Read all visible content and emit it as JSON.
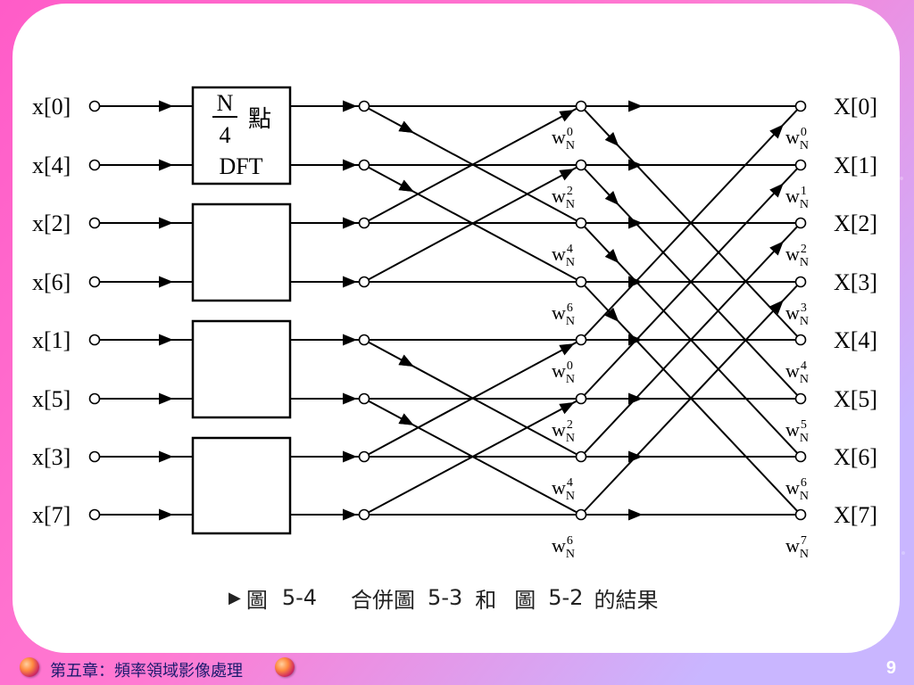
{
  "inputs": [
    "x[0]",
    "x[4]",
    "x[2]",
    "x[6]",
    "x[1]",
    "x[5]",
    "x[3]",
    "x[7]"
  ],
  "outputs": [
    "X[0]",
    "X[1]",
    "X[2]",
    "X[3]",
    "X[4]",
    "X[5]",
    "X[6]",
    "X[7]"
  ],
  "dft_block": {
    "numerator": "N",
    "denominator": "4",
    "suffix": "點",
    "label": "DFT"
  },
  "twiddle_base": "W",
  "twiddle_sub": "N",
  "stage1_twiddle_exponents": [
    "0",
    "2",
    "4",
    "6",
    "0",
    "2",
    "4",
    "6"
  ],
  "stage2_twiddle_exponents": [
    "0",
    "1",
    "2",
    "3",
    "4",
    "5",
    "6",
    "7"
  ],
  "caption": {
    "marker": "▶",
    "fig_word": "圖",
    "fig_num": "5-4",
    "title_prefix": "合併圖",
    "ref1": "5-3",
    "conj": "和",
    "fig_word2": "圖",
    "ref2": "5-2",
    "title_suffix": "的結果"
  },
  "footer": {
    "chapter": "第五章：頻率領域影像處理",
    "page": "9"
  },
  "colors": {
    "frame_pink": "#ff5cc8",
    "frame_lavender": "#c9b6ff",
    "line": "#000000",
    "chapter_text": "#1a1a6e"
  }
}
